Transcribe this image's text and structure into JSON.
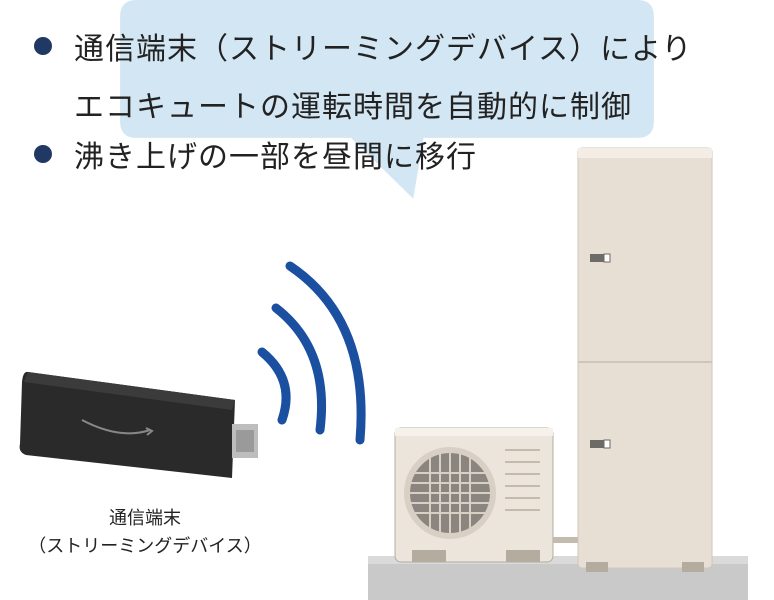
{
  "bubble": {
    "line1": "通信端末（ストリーミングデバイス）により",
    "line2": "エコキュートの運転時間を自動的に制御",
    "line3": "沸き上げの一部を昼間に移行"
  },
  "device": {
    "label_line1": "通信端末",
    "label_line2": "（ストリーミングデバイス）"
  },
  "icons": [
    "wifi-waves-icon",
    "streaming-stick-icon",
    "heat-pump-unit-icon",
    "water-tank-icon"
  ],
  "colors": {
    "bubble_bg": "#d3e6f4",
    "bullet": "#1f3864",
    "wave": "#1b4fa0",
    "tank": "#e8dfd4",
    "platform": "#c9c9c9"
  }
}
